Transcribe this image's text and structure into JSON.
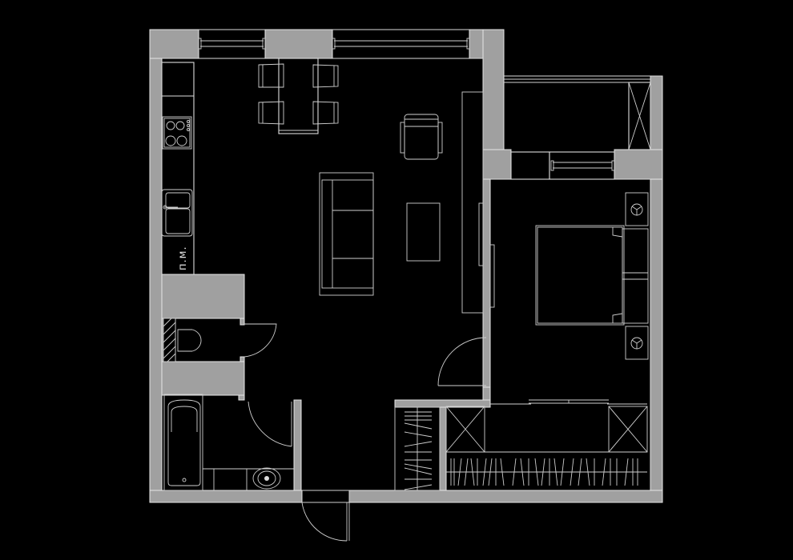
{
  "plan": {
    "background": "#000000",
    "wall_color": "#a0a0a0",
    "line_color": "#dcdcdc",
    "kitchen": {
      "dishwasher_label": "п.м."
    },
    "rooms": [
      {
        "id": "kitchen-living",
        "name": "Kitchen-living room"
      },
      {
        "id": "bedroom",
        "name": "Bedroom"
      },
      {
        "id": "balcony",
        "name": "Balcony"
      },
      {
        "id": "wc",
        "name": "Toilet"
      },
      {
        "id": "bathroom",
        "name": "Bathroom"
      },
      {
        "id": "hallway",
        "name": "Hallway"
      },
      {
        "id": "wardrobe",
        "name": "Wardrobe"
      }
    ],
    "furniture": [
      "dining-table",
      "dining-chairs",
      "armchair",
      "sofa",
      "coffee-table",
      "tv-cabinet",
      "double-bed",
      "nightstands",
      "hob",
      "sink",
      "toilet",
      "bathtub",
      "washbasin",
      "wardrobes"
    ]
  }
}
